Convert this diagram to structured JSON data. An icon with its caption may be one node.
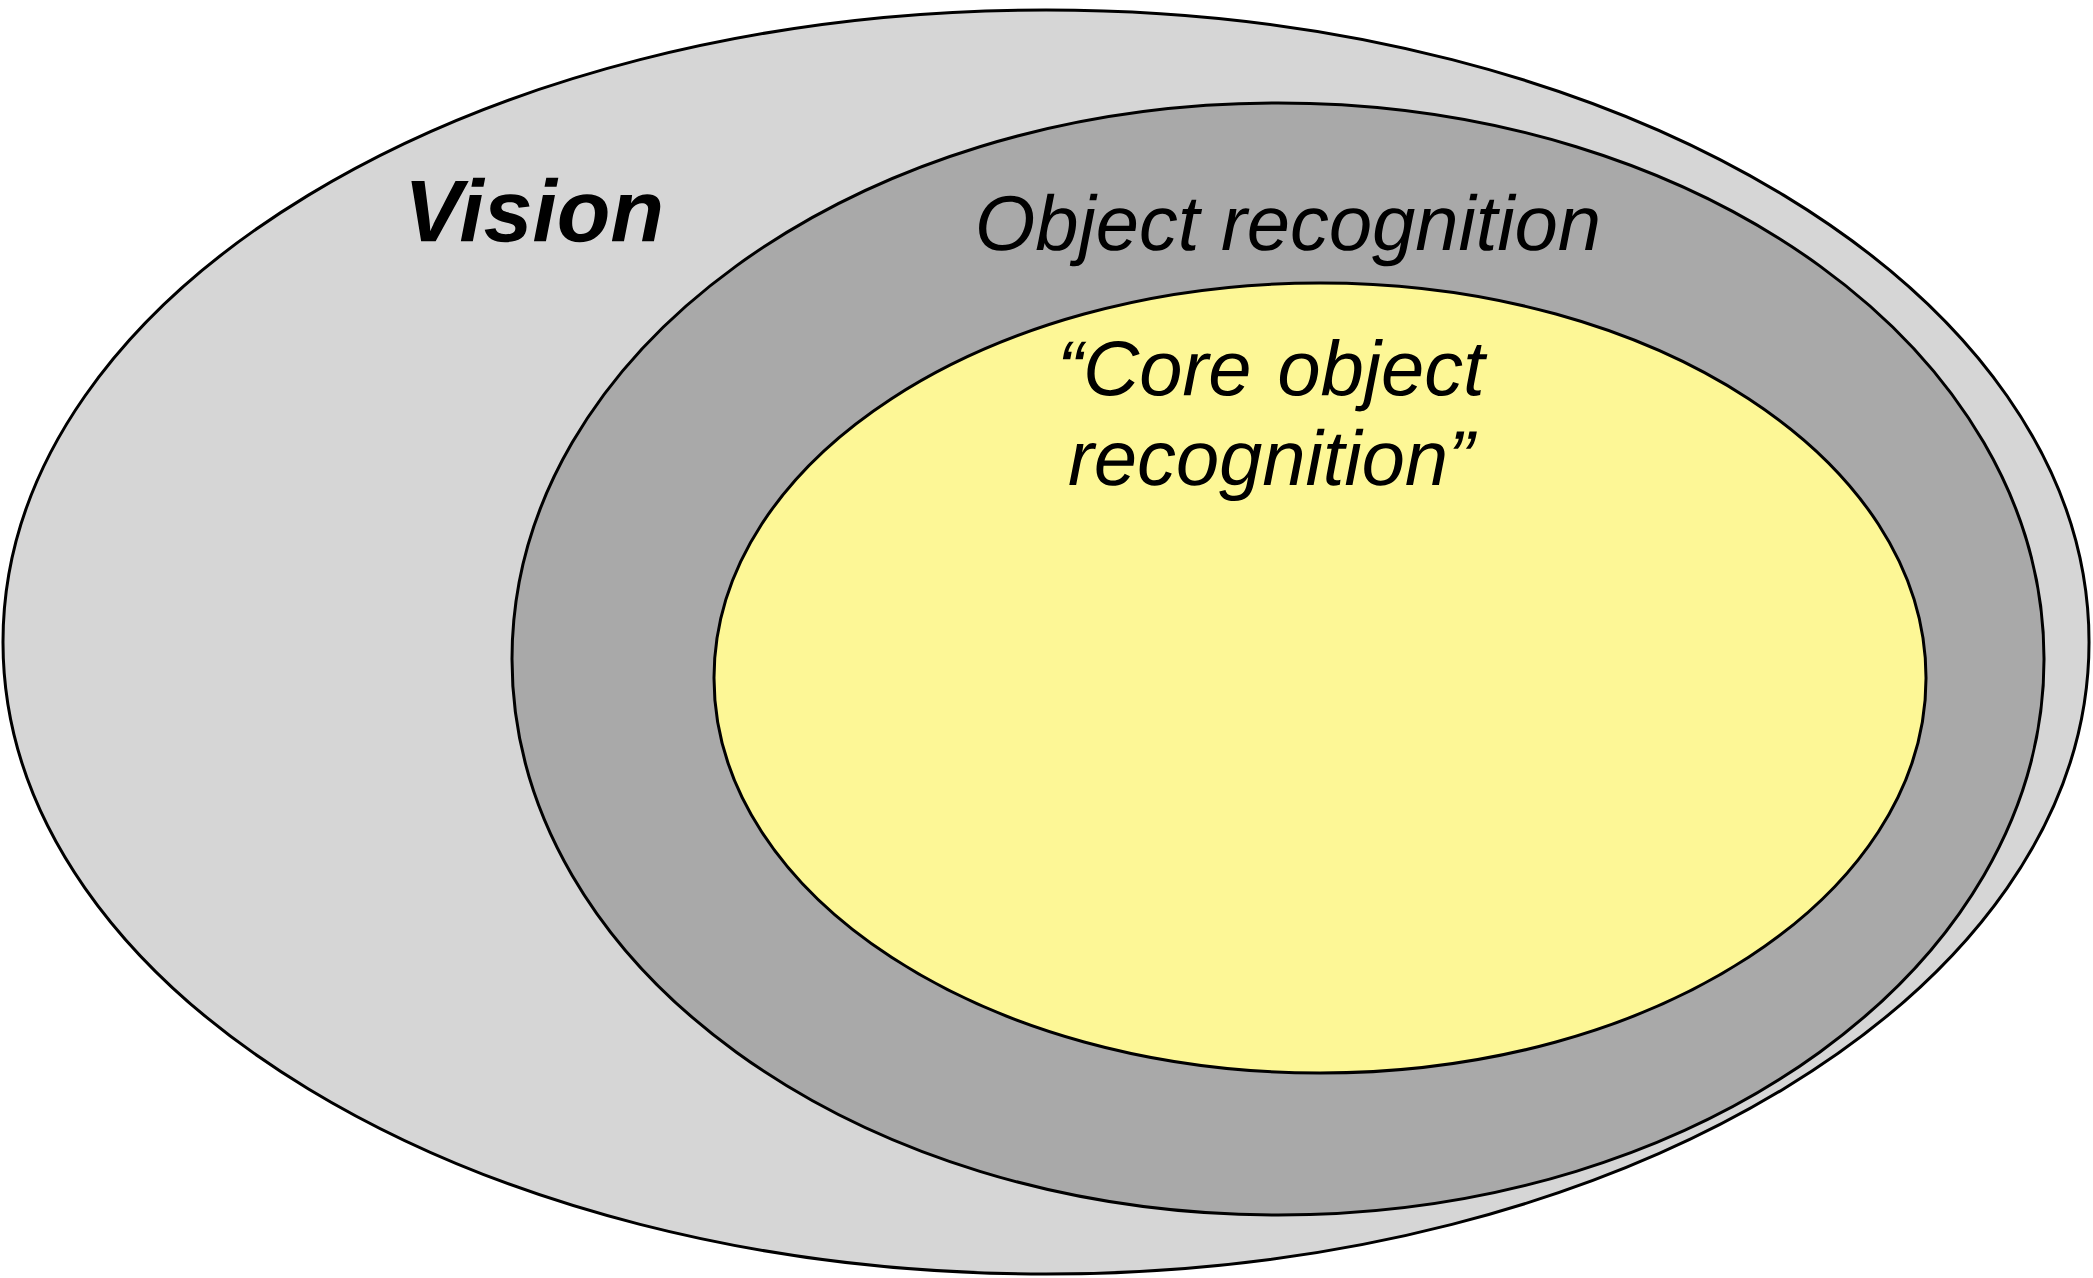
{
  "diagram": {
    "nodes": [
      {
        "text": [
          "Vision"
        ]
      },
      {
        "text": [
          "Object recognition"
        ],
        "in": 0
      },
      {
        "text": [
          "“Core object recognition”"
        ],
        "in": 1
      }
    ]
  }
}
